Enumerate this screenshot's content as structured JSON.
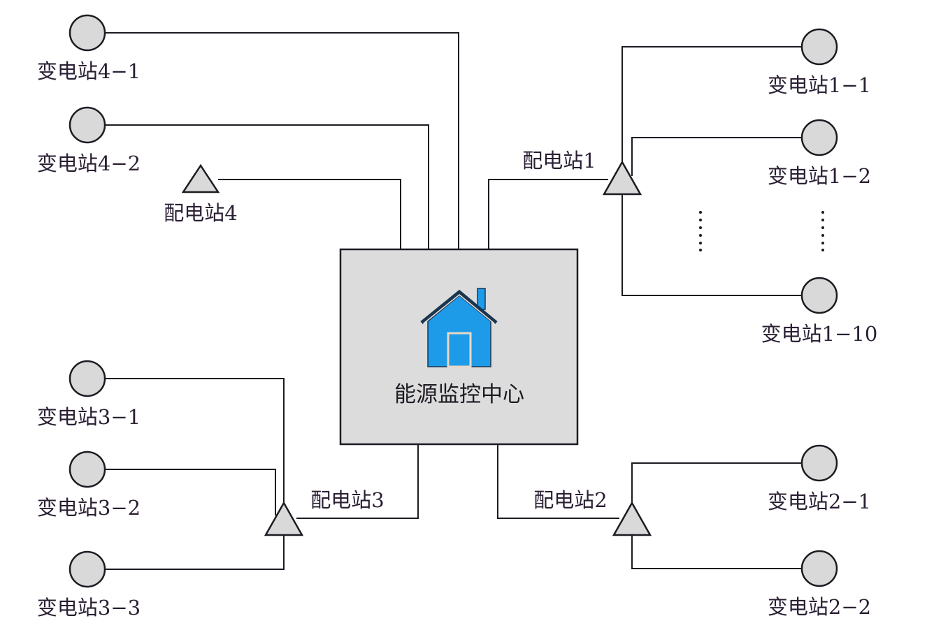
{
  "center": {
    "label": "能源监控中心",
    "icon": "house-icon",
    "icon_color": "#1e9be8",
    "box_color": "#dcdcdc"
  },
  "distribution_stations": {
    "d1": "配电站1",
    "d2": "配电站2",
    "d3": "配电站3",
    "d4": "配电站4"
  },
  "substations": {
    "s1_1": "变电站1−1",
    "s1_2": "变电站1−2",
    "s1_10": "变电站1−10",
    "s2_1": "变电站2−1",
    "s2_2": "变电站2−2",
    "s3_1": "变电站3−1",
    "s3_2": "变电站3−2",
    "s3_3": "变电站3−3",
    "s4_1": "变电站4−1",
    "s4_2": "变电站4−2"
  }
}
